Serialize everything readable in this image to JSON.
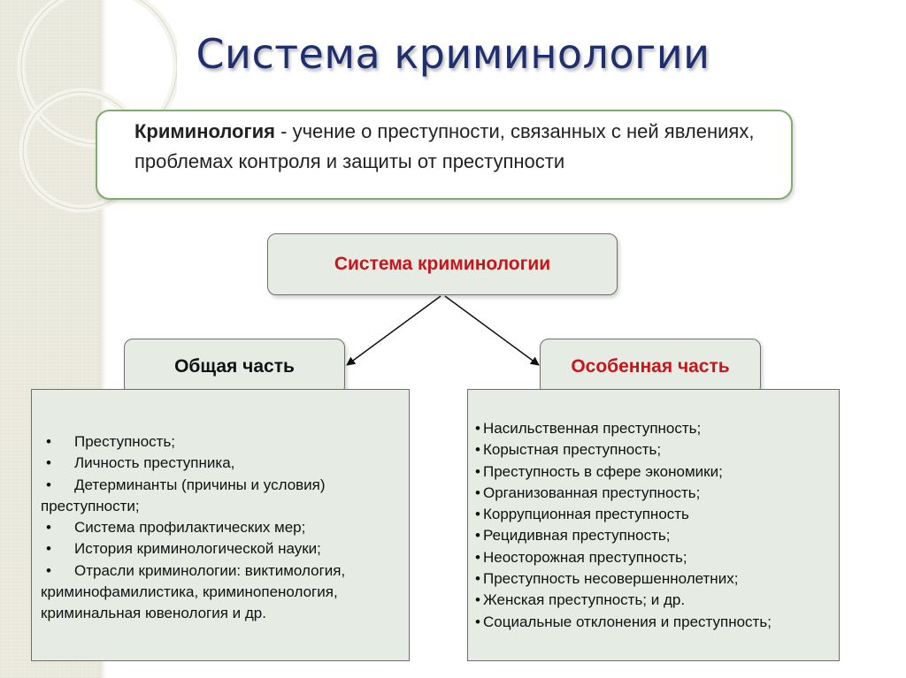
{
  "title": "Система криминологии",
  "definition": {
    "term": "Криминология",
    "text": " - учение о преступности, связанных с ней явлениях, проблемах контроля и защиты от преступности"
  },
  "diagram": {
    "root": "Система криминологии",
    "general": {
      "label": "Общая часть",
      "bullet": "•",
      "items": [
        "Преступность;",
        "Личность преступника,",
        "Детерминанты (причины и условия) преступности;",
        "Система профилактических мер;",
        "История криминологической науки;",
        "Отрасли криминологии: виктимология, криминофамилистика, криминопенология, криминальная ювенология и др."
      ]
    },
    "special": {
      "label": "Особенная часть",
      "bullet": "•",
      "items": [
        "Насильственная преступность;",
        "Корыстная преступность;",
        "Преступность в сфере экономики;",
        "Организованная преступность;",
        "Коррупционная преступность",
        "Рецидивная преступность;",
        "Неосторожная преступность;",
        "Преступность несовершеннолетних;",
        "Женская преступность; и др.",
        "Социальные отклонения и преступность;"
      ]
    }
  },
  "colors": {
    "title": "#1f2f6e",
    "accent_red": "#c8151b",
    "box_fill": "#e6ece4",
    "definition_border": "#7fab6b"
  }
}
